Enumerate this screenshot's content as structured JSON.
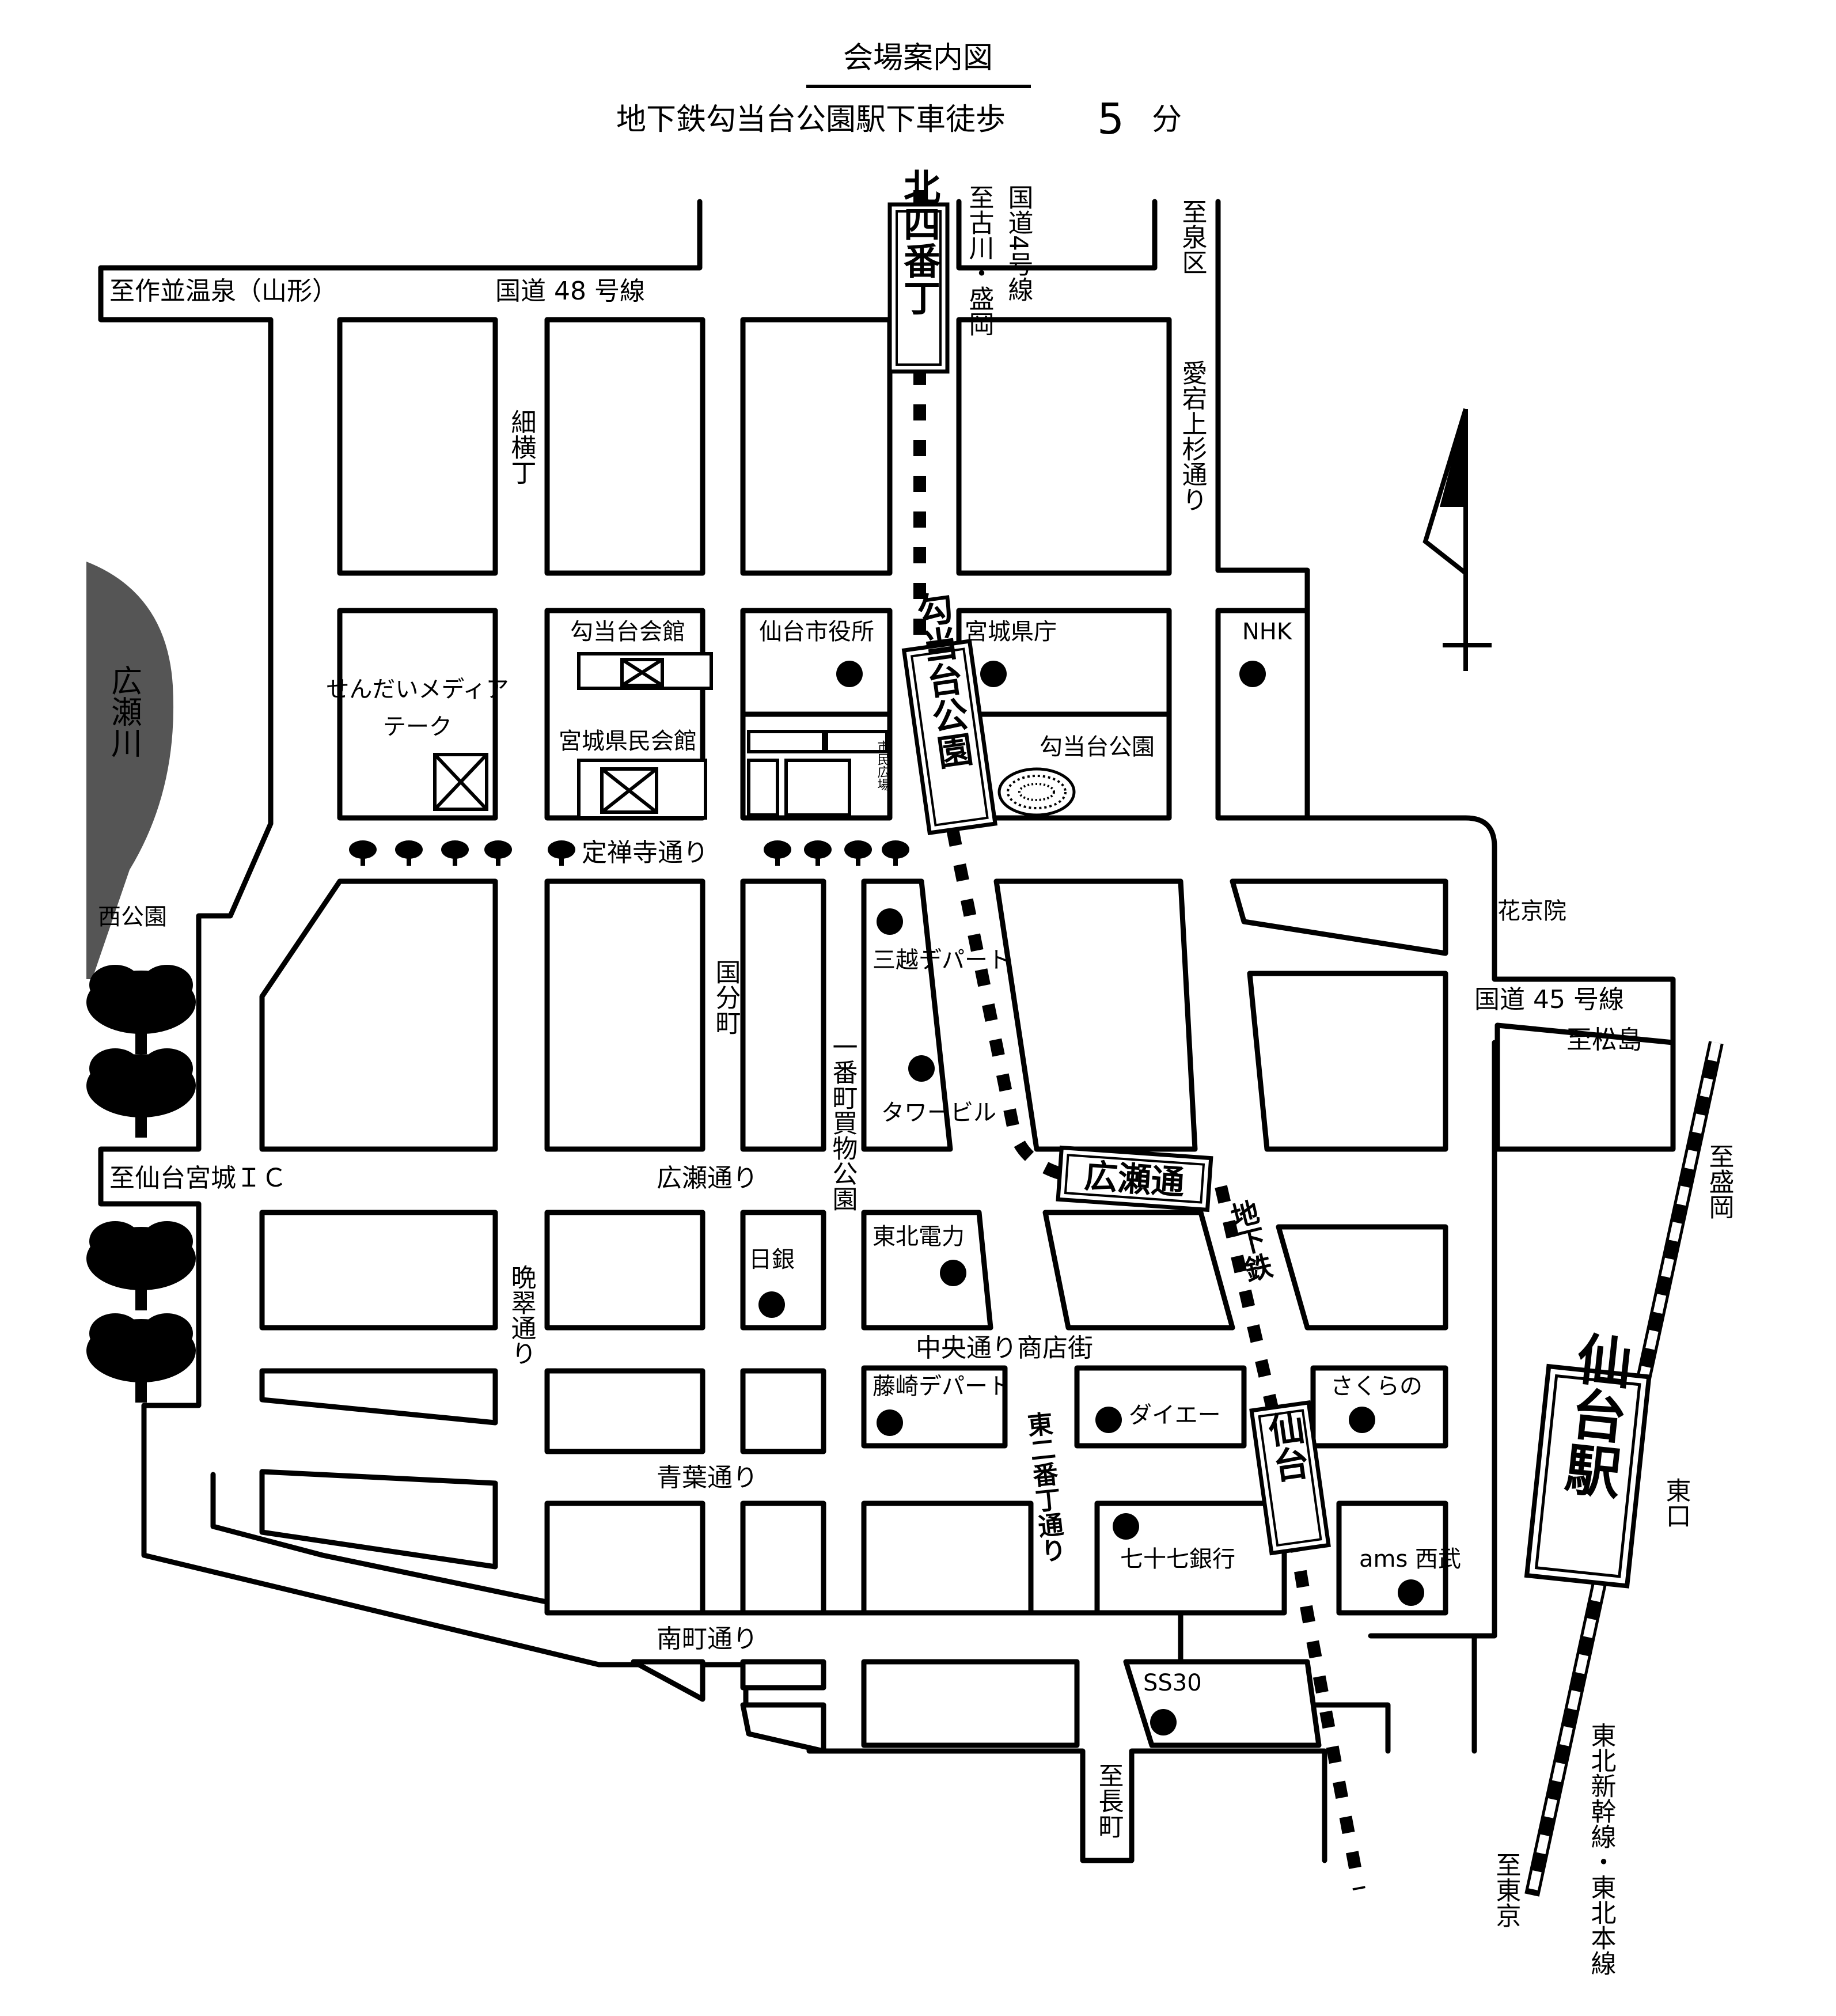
{
  "title": "会場案内図",
  "subtitle": "地下鉄勾当台公園駅下車徒歩",
  "walk_minutes": "5",
  "walk_unit": "分",
  "colors": {
    "ink": "#000000",
    "paper": "#ffffff"
  },
  "roads": {
    "route48_dest": "至作並温泉（山形）",
    "route48": "国道 48 号線",
    "route4_dest": "至古川・盛岡",
    "route4": "国道4号線",
    "izumi_dest": "至泉区",
    "atago": "愛宕上杉通り",
    "hosoyoko": "細横丁",
    "jozenji": "定禅寺通り",
    "kokubuncho": "国分町",
    "ichibancho": "一番町買物公園",
    "hirose": "広瀬通り",
    "banzui": "晩翠通り",
    "chuo": "中央通り商店街",
    "aoba": "青葉通り",
    "minamimachi": "南町通り",
    "higashi_nibancho": "東二番丁通り",
    "route45": "国道 45 号線",
    "matsushima_dest": "至松島",
    "sendai_ic_dest": "至仙台宮城ＩＣ",
    "nagamachi_dest": "至長町",
    "morioka_dest": "至盛岡",
    "tokyo_dest": "至東京",
    "rail_lines": "東北新幹線・東北本線",
    "east_exit": "東口"
  },
  "natural": {
    "river": "広瀬川",
    "nishi_park": "西公園"
  },
  "stations": {
    "kita4": "北四番丁",
    "kotodai": "勾当台公園",
    "hirosedori": "広瀬通",
    "subway_text": "地下鉄",
    "sendai_subway": "仙台",
    "sendai_jr": "仙台駅"
  },
  "landmarks": {
    "kotodai_hall": "勾当台会館",
    "city_hall": "仙台市役所",
    "pref_office": "宮城県庁",
    "nhk": "NHK",
    "media_1": "せんだいメディア",
    "media_2": "テーク",
    "kenmin_hall": "宮城県民会館",
    "shimin_hiroba": "市民広場",
    "kotodai_park": "勾当台公園",
    "hanakyoin": "花京院",
    "mitsukoshi": "三越デパート",
    "tower": "タワービル",
    "tohoku_denryoku": "東北電力",
    "nichigin": "日銀",
    "fujisaki": "藤崎デパート",
    "daiei": "ダイエー",
    "sakurano": "さくらの",
    "shichijushichi": "七十七銀行",
    "ams": "ams 西武",
    "ss30": "SS30"
  }
}
